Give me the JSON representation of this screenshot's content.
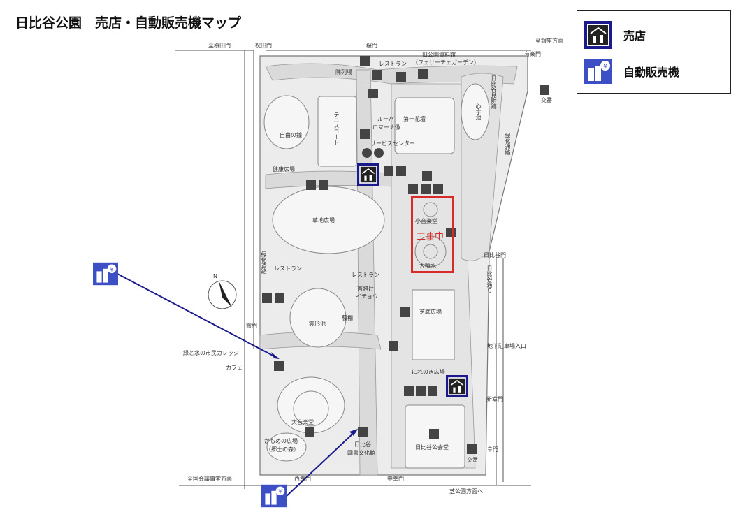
{
  "title": "日比谷公園　売店・自動販売機マップ",
  "legend": {
    "shop_label": "売店",
    "vending_label": "自動販売機"
  },
  "construction_label": "工事中",
  "compass_label": "N",
  "labels": {
    "to_sakuradamon": "至桜田門",
    "iwaidamon": "祝田門",
    "sakuramon": "桜門",
    "to_ginza": "至銀座方面",
    "restaurant1": "レストラン",
    "old_archives": "旧公園資料館",
    "ferryce": "（フェリーチェガーデン）",
    "yurakumon": "有楽門",
    "kouban1": "交番",
    "exhibition": "陳列場",
    "tennis": "テニスコート",
    "bell": "自由の鐘",
    "health": "健康広場",
    "louvre": "ルーパ",
    "roma": "ロマーナ像",
    "first_flower": "第一花壇",
    "shinji": "心字池",
    "mikado": "日比谷見附跡",
    "service": "サービスセンター",
    "green_road_right": "緑化通路",
    "lawn": "草地広場",
    "small_music": "小音楽堂",
    "big_fountain": "大噴水",
    "hibiyamon": "日比谷門",
    "hibiya_street": "日比谷通り",
    "green_road_left": "緑化道路",
    "restaurant2": "レストラン",
    "restaurant3": "レストラン",
    "kubikake": "首賭け",
    "icho": "イチョウ",
    "lawn_plaza": "芝庭広場",
    "kasumimon": "霞門",
    "unkei": "雲形池",
    "fujidana": "藤棚",
    "parking": "地下駐車場入口",
    "citizen": "緑と水の市民カレッジ",
    "cafe": "カフェ",
    "nirenoki": "にれのき広場",
    "shinsaiwaimon": "新幸門",
    "big_music": "大音楽堂",
    "kamome": "かもめの広場",
    "kyodo": "（郷土の森）",
    "library": "日比谷",
    "library2": "図書文化館",
    "kokaido": "日比谷公会堂",
    "saiwaimon": "幸門",
    "kouban2": "交番",
    "to_kokkai": "至国会議事堂方面",
    "nishisaiwaimon": "西幸門",
    "nakasaiwaimon": "中幸門",
    "to_shibakoen": "芝公園方面へ"
  },
  "colors": {
    "accent": "#1a1a8c",
    "construction": "#d92a2a",
    "path": "#d4d4d4",
    "ground": "#f0f0f0"
  }
}
